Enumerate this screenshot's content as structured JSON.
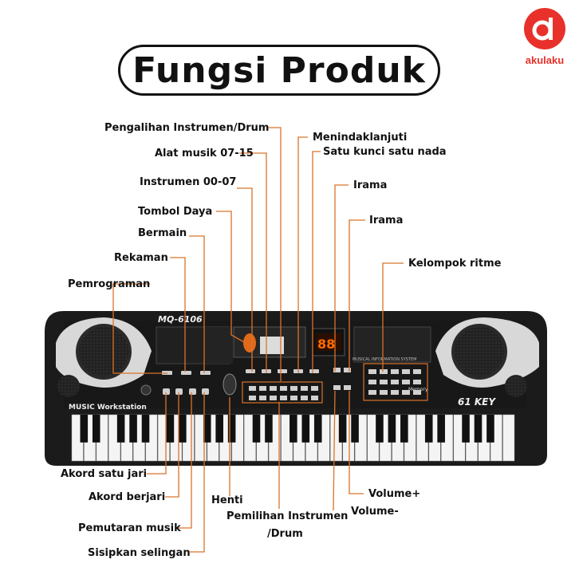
{
  "title": "Fungsi Produk",
  "brand": {
    "name": "akulaku",
    "color": "#e8312b"
  },
  "accent_line_color": "#d9732a",
  "keyboard": {
    "model": "MQ-6106",
    "series": "MUSIC Workstation",
    "keys_badge": "61 KEY",
    "info_banner": "MUSICAL INFORMATION SYSTEM",
    "display_digits": "88",
    "memory_badge": "Memory"
  },
  "labels": {
    "instrument_drum_switch": "Pengalihan Instrumen/Drum",
    "instruments_07_15": "Alat musik 07-15",
    "instruments_00_07": "Instrumen 00-07",
    "power_button": "Tombol Daya",
    "play": "Bermain",
    "record": "Rekaman",
    "programming": "Pemrograman",
    "follow_up": "Menindaklanjuti",
    "one_key_one_note": "Satu kunci satu nada",
    "rhythm_1": "Irama",
    "rhythm_2": "Irama",
    "rhythm_group": "Kelompok ritme",
    "single_finger_chord": "Akord satu jari",
    "fingered_chord": "Akord berjari",
    "stop": "Henti",
    "instrument_select_line1": "Pemilihan Instrumen",
    "instrument_select_line2": "/Drum",
    "volume_up": "Volume+",
    "volume_down": "Volume-",
    "music_playback": "Pemutaran musik",
    "insert_interval": "Sisipkan selingan"
  }
}
